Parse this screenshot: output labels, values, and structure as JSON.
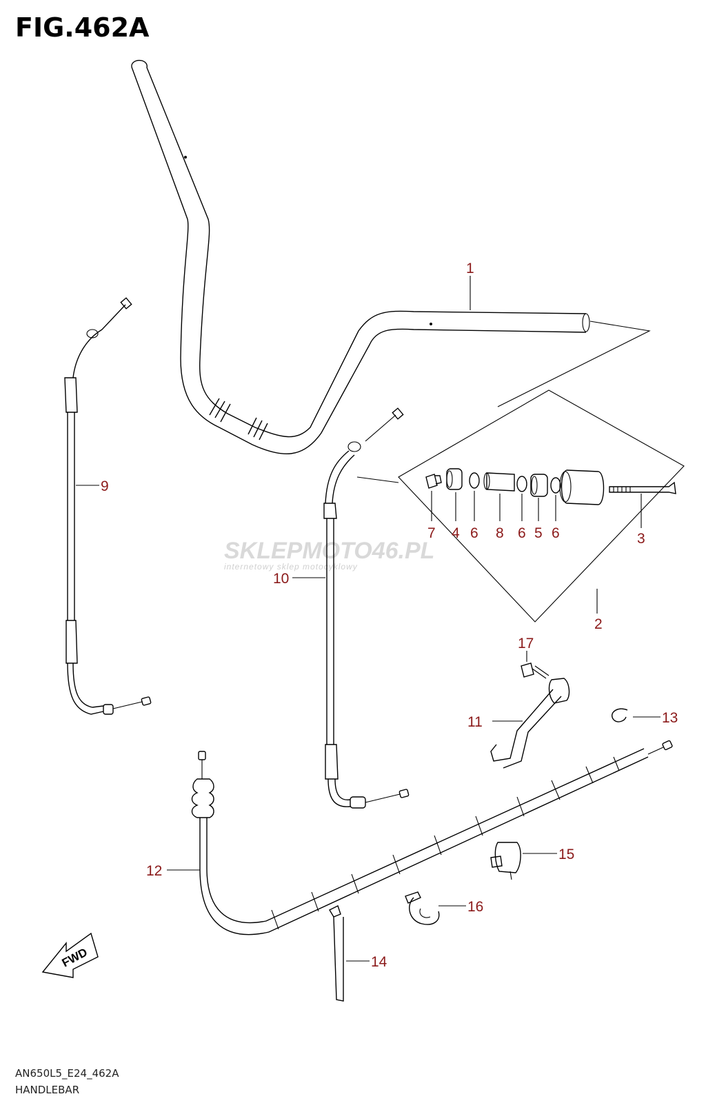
{
  "figure": {
    "title": "FIG.462A",
    "model_code": "AN650L5_E24_462A",
    "section_name": "HANDLEBAR"
  },
  "watermark": {
    "brand": "SKLEPMOTO46.PL",
    "tagline": "internetowy sklep motocyklowy"
  },
  "badge": {
    "fwd_label": "FWD"
  },
  "callouts": [
    {
      "id": "c1",
      "label": "1"
    },
    {
      "id": "c2",
      "label": "2"
    },
    {
      "id": "c3",
      "label": "3"
    },
    {
      "id": "c4",
      "label": "4"
    },
    {
      "id": "c5",
      "label": "5"
    },
    {
      "id": "c6a",
      "label": "6"
    },
    {
      "id": "c6b",
      "label": "6"
    },
    {
      "id": "c6c",
      "label": "6"
    },
    {
      "id": "c7",
      "label": "7"
    },
    {
      "id": "c8",
      "label": "8"
    },
    {
      "id": "c9",
      "label": "9"
    },
    {
      "id": "c10",
      "label": "10"
    },
    {
      "id": "c11",
      "label": "11"
    },
    {
      "id": "c12",
      "label": "12"
    },
    {
      "id": "c13",
      "label": "13"
    },
    {
      "id": "c14",
      "label": "14"
    },
    {
      "id": "c15",
      "label": "15"
    },
    {
      "id": "c16",
      "label": "16"
    },
    {
      "id": "c17",
      "label": "17"
    }
  ]
}
